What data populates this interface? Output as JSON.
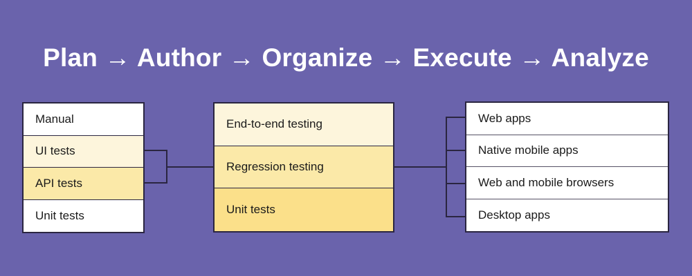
{
  "page": {
    "background_color": "#6A63AC",
    "title": "Plan → Author → Organize → Execute → Analyze"
  },
  "palette": {
    "background": "#6A63AC",
    "border": "#2A2540",
    "white": "#FFFFFF",
    "cream_light": "#FDF5DC",
    "cream_medium": "#FBE9A8",
    "cream_dark": "#FBE08A",
    "text": "#1A1A1A",
    "title_text": "#FFFFFF"
  },
  "columns": [
    {
      "name": "test-types",
      "rows": [
        {
          "label": "Manual",
          "fill": "#FFFFFF"
        },
        {
          "label": "UI tests",
          "fill": "#FDF5DC"
        },
        {
          "label": "API tests",
          "fill": "#FBE9A8"
        },
        {
          "label": "Unit tests",
          "fill": "#FFFFFF"
        }
      ]
    },
    {
      "name": "testing-levels",
      "rows": [
        {
          "label": "End-to-end testing",
          "fill": "#FDF5DC"
        },
        {
          "label": "Regression testing",
          "fill": "#FBE9A8"
        },
        {
          "label": "Unit tests",
          "fill": "#FBE08A"
        }
      ]
    },
    {
      "name": "application-targets",
      "rows": [
        {
          "label": "Web apps",
          "fill": "#FFFFFF"
        },
        {
          "label": "Native mobile apps",
          "fill": "#FFFFFF"
        },
        {
          "label": "Web and mobile browsers",
          "fill": "#FFFFFF"
        },
        {
          "label": "Desktop apps",
          "fill": "#FFFFFF"
        }
      ]
    }
  ]
}
